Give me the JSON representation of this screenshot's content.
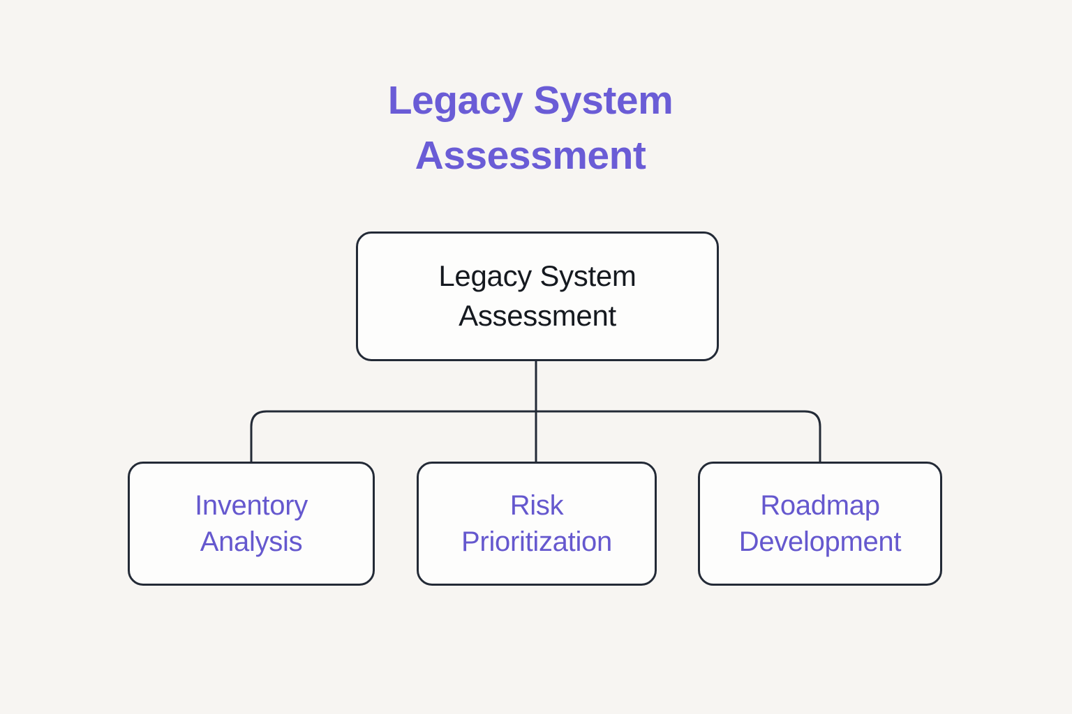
{
  "diagram": {
    "title": "Legacy System Assessment",
    "root": {
      "label": "Legacy System Assessment"
    },
    "children": [
      {
        "label": "Inventory Analysis"
      },
      {
        "label": "Risk Prioritization"
      },
      {
        "label": "Roadmap Development"
      }
    ],
    "colors": {
      "accent_purple": "#6a5cd6",
      "child_text_purple": "#6558ce",
      "node_border": "#232a36",
      "root_text": "#15191f",
      "node_fill": "#fdfdfc",
      "background": "#f7f5f2"
    }
  }
}
